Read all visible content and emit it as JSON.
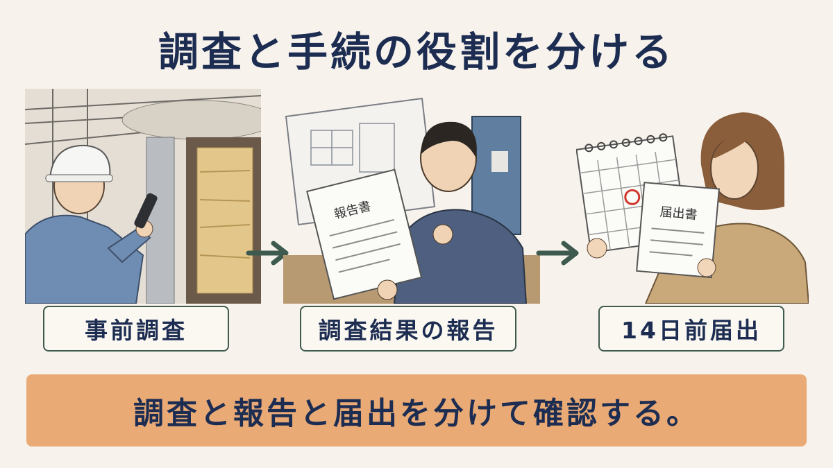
{
  "title": "調査と手続の役割を分ける",
  "steps": [
    {
      "label": "事前調査",
      "icon": "inspector-with-flashlight-illustration"
    },
    {
      "label": "調査結果の報告",
      "icon": "businessman-reading-report-illustration",
      "document_label": "報告書"
    },
    {
      "label": "14日前届出",
      "icon": "woman-with-calendar-and-form-illustration",
      "document_label": "届出書"
    }
  ],
  "banner": "調査と報告と届出を分けて確認する。",
  "colors": {
    "background": "#f7f3ec",
    "title_text": "#1d2d52",
    "label_border": "#3e5a4e",
    "arrow": "#3e5a4e",
    "banner_bg": "#e9aa75"
  }
}
